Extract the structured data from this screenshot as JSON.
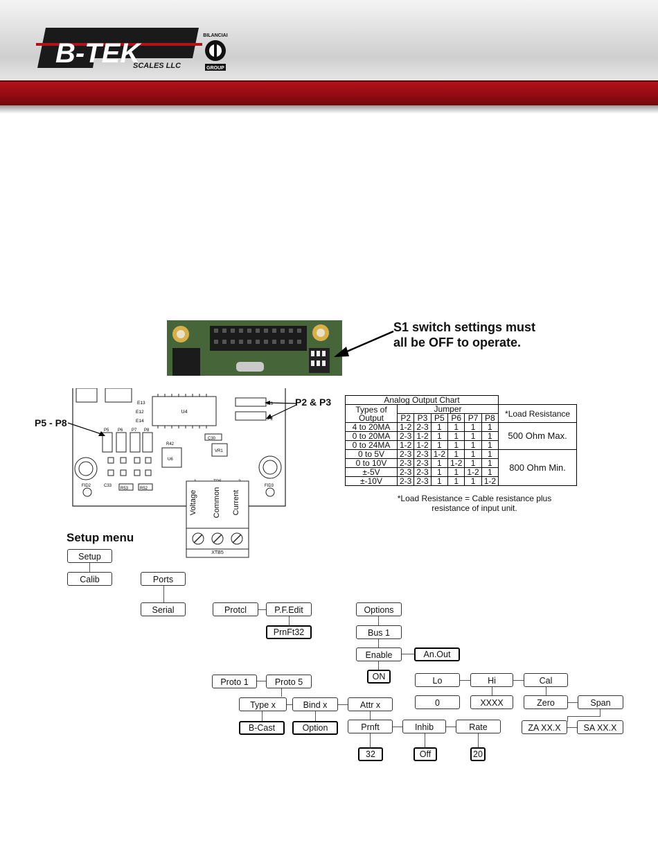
{
  "header": {
    "brand": "B-TEK",
    "subtitle": "SCALES LLC",
    "group_top": "BILANCIAI",
    "group_bottom": "GROUP",
    "colors": {
      "red": "#a50f16",
      "metal": "#d9d9d9"
    }
  },
  "photo_note": {
    "line1": "S1 switch settings must",
    "line2": "all be OFF to operate."
  },
  "board_labels": {
    "p2p3": "P2 & P3",
    "p5p8": "P5 - P8",
    "terminals": [
      "Voltage",
      "Common",
      "Current"
    ],
    "terminal_id": "XTB5",
    "pcb": {
      "u4": "U4",
      "u6": "U6",
      "vr1": "VR1",
      "tb5": "TB5",
      "fid2": "FID2",
      "fid3": "FID3",
      "r42": "R42",
      "r53": "R53",
      "r52": "R52",
      "c33": "C33",
      "c30": "C30",
      "e13": "E13",
      "e12": "E12",
      "e14": "E14",
      "p2": "P2",
      "p3": "P3",
      "p5": "P5",
      "p6": "P6",
      "p7": "P7",
      "p8": "P8",
      "pin1": "1",
      "pin3": "3"
    }
  },
  "chart": {
    "title": "Analog Output Chart",
    "col_types": "Types of Output",
    "col_jumper": "Jumper",
    "col_load": "*Load Resistance",
    "jumpers": [
      "P2",
      "P3",
      "P5",
      "P6",
      "P7",
      "P8"
    ],
    "rows": [
      {
        "type": "4 to 20MA",
        "vals": [
          "1-2",
          "2-3",
          "1",
          "1",
          "1",
          "1"
        ]
      },
      {
        "type": "0 to 20MA",
        "vals": [
          "2-3",
          "1-2",
          "1",
          "1",
          "1",
          "1"
        ]
      },
      {
        "type": "0 to 24MA",
        "vals": [
          "1-2",
          "1-2",
          "1",
          "1",
          "1",
          "1"
        ]
      },
      {
        "type": "0 to 5V",
        "vals": [
          "2-3",
          "2-3",
          "1-2",
          "1",
          "1",
          "1"
        ]
      },
      {
        "type": "0 to 10V",
        "vals": [
          "2-3",
          "2-3",
          "1",
          "1-2",
          "1",
          "1"
        ]
      },
      {
        "type": "±-5V",
        "vals": [
          "2-3",
          "2-3",
          "1",
          "1",
          "1-2",
          "1"
        ]
      },
      {
        "type": "±-10V",
        "vals": [
          "2-3",
          "2-3",
          "1",
          "1",
          "1",
          "1-2"
        ]
      }
    ],
    "load_ma": "500 Ohm Max.",
    "load_v": "800 Ohm Min.",
    "note_line1": "*Load Resistance = Cable resistance plus",
    "note_line2": "resistance of input unit."
  },
  "menu": {
    "title": "Setup menu",
    "boxes": {
      "setup": "Setup",
      "calib": "Calib",
      "ports": "Ports",
      "serial": "Serial",
      "protcl": "Protcl",
      "pfedit": "P.F.Edit",
      "prnft32": "PrnFt32",
      "options": "Options",
      "bus1": "Bus 1",
      "enable": "Enable",
      "anout": "An.Out",
      "on": "ON",
      "lo": "Lo",
      "hi": "Hi",
      "cal": "Cal",
      "zero_val": "0",
      "xxxx": "XXXX",
      "zero": "Zero",
      "span": "Span",
      "za": "ZA   XX.X",
      "sa": "SA   XX.X",
      "proto1": "Proto 1",
      "proto5": "Proto 5",
      "typex": "Type x",
      "bindx": "Bind x",
      "attrx": "Attr x",
      "bcast": "B-Cast",
      "option": "Option",
      "prnft": "Prnft",
      "inhib": "Inhib",
      "rate": "Rate",
      "v32": "32",
      "off": "Off",
      "v20": "20"
    }
  }
}
